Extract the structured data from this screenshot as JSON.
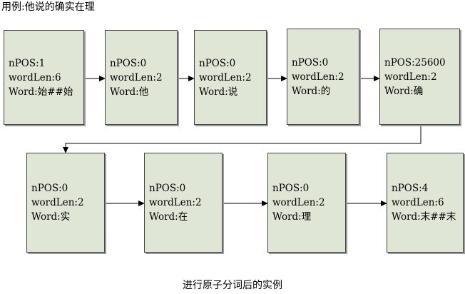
{
  "heading": "用例:他说的确实在理",
  "caption": "进行原子分词后的实例",
  "nodes": [
    {
      "pos": "nPOS:1",
      "len": "wordLen:6",
      "word": "Word:始##始"
    },
    {
      "pos": "nPOS:0",
      "len": "wordLen:2",
      "word": "Word:他"
    },
    {
      "pos": "nPOS:0",
      "len": "wordLen:2",
      "word": "Word:说"
    },
    {
      "pos": "nPOS:0",
      "len": "wordLen:2",
      "word": "Word:的"
    },
    {
      "pos": "nPOS:25600",
      "len": "wordLen:2",
      "word": "Word:确"
    },
    {
      "pos": "nPOS:0",
      "len": "wordLen:2",
      "word": "Word:实"
    },
    {
      "pos": "nPOS:0",
      "len": "wordLen:2",
      "word": "Word:在"
    },
    {
      "pos": "nPOS:0",
      "len": "wordLen:2",
      "word": "Word:理"
    },
    {
      "pos": "nPOS:4",
      "len": "wordLen:6",
      "word": "Word:末##末"
    }
  ],
  "colors": {
    "node_fill": "#dfe6d5",
    "node_border": "#444444",
    "arrow": "#000000"
  }
}
